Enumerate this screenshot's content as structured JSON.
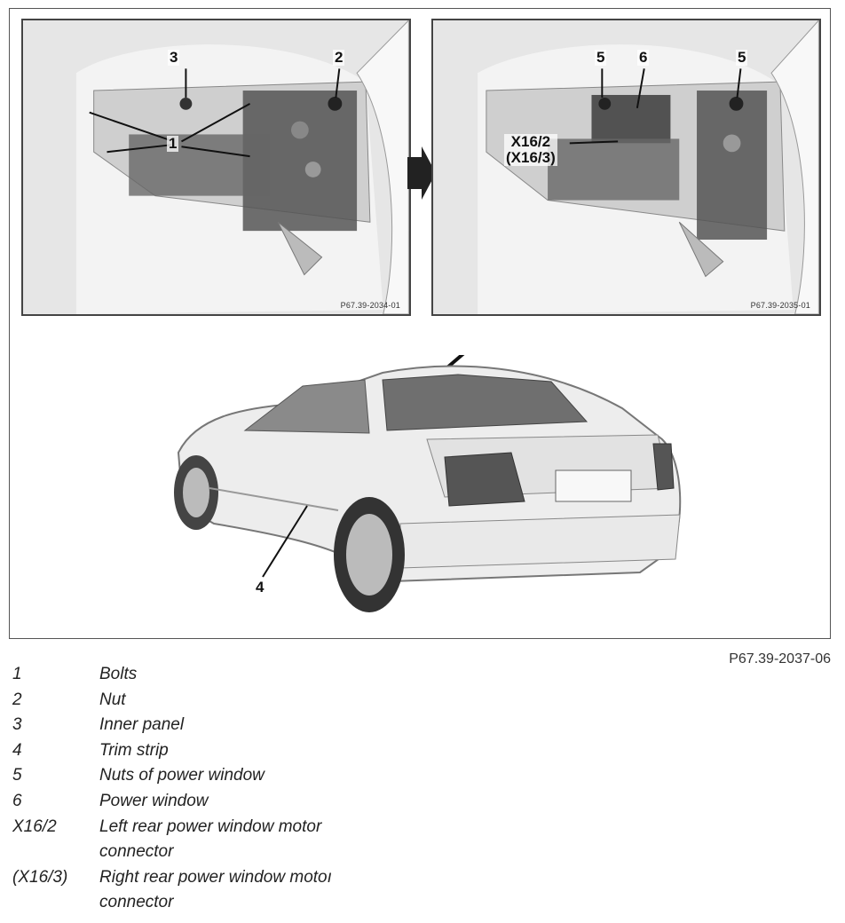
{
  "figure": {
    "code": "P67.39-2037-06",
    "left_photo": {
      "code": "P67.39-2034-01",
      "callouts": {
        "c3": "3",
        "c2": "2",
        "c1": "1"
      }
    },
    "right_photo": {
      "code": "P67.39-2035-01",
      "callouts": {
        "c5a": "5",
        "c6": "6",
        "c5b": "5",
        "cx": "X16/2\n(X16/3)"
      }
    },
    "car_callout": "4"
  },
  "legend": [
    {
      "key": "1",
      "text": "Bolts"
    },
    {
      "key": "2",
      "text": "Nut"
    },
    {
      "key": "3",
      "text": "Inner panel"
    },
    {
      "key": "4",
      "text": "Trim strip"
    },
    {
      "key": "5",
      "text": "Nuts of power window"
    },
    {
      "key": "6",
      "text": "Power window"
    },
    {
      "key": "X16/2",
      "text": "Left rear power window motor\nconnector"
    },
    {
      "key": "(X16/3)",
      "text": "Right rear power window motoı\nconnector"
    }
  ],
  "icons": {
    "transition_arrow": "right-arrow-icon",
    "photo_fill": "#dcdcdc",
    "line_color": "#111111"
  }
}
